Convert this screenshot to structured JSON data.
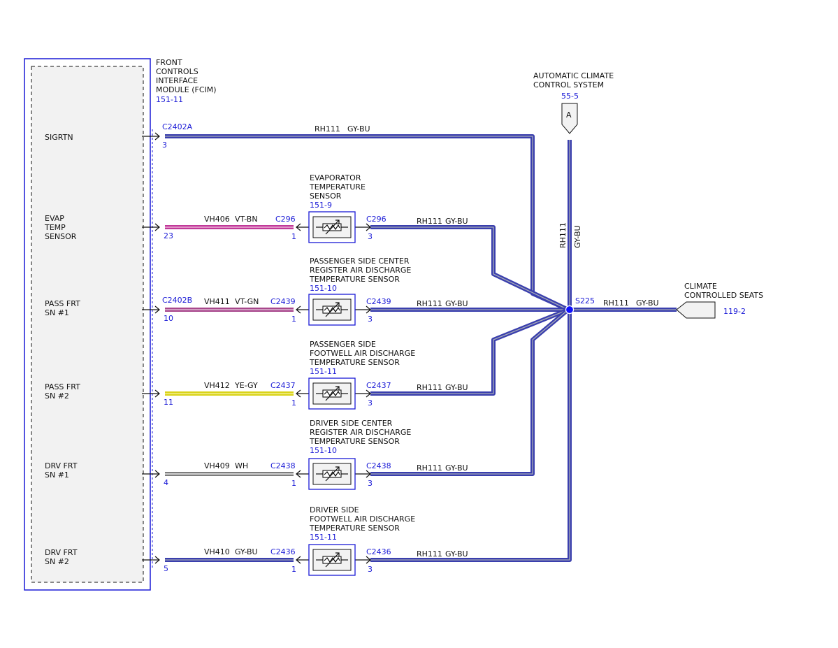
{
  "module": {
    "title": [
      "FRONT",
      "CONTROLS",
      "INTERFACE",
      "MODULE (FCIM)"
    ],
    "ref": "151-11",
    "pins": [
      {
        "label": [
          "SIGRTN"
        ]
      },
      {
        "label": [
          "EVAP",
          "TEMP",
          "SENSOR"
        ]
      },
      {
        "label": [
          "PASS FRT",
          "SN #1"
        ]
      },
      {
        "label": [
          "PASS FRT",
          "SN #2"
        ]
      },
      {
        "label": [
          "DRV FRT",
          "SN #1"
        ]
      },
      {
        "label": [
          "DRV FRT",
          "SN #2"
        ]
      }
    ]
  },
  "sigrtn_circuit": {
    "connector": "C2402A",
    "pin": "3",
    "circuit": "RH111",
    "color": "GY-BU"
  },
  "sensors": [
    {
      "title": [
        "EVAPORATOR",
        "TEMPERATURE",
        "SENSOR"
      ],
      "ref": "151-9",
      "fcim_connector": "",
      "fcim_pin": "23",
      "circuit": "VH406",
      "wire_color": "VT-BN",
      "connector": "C296",
      "pin_signal": "1",
      "pin_return": "3",
      "return_circuit": "RH111",
      "return_color": "GY-BU",
      "stripe_base": "#c0399a",
      "stripe_line": "#f6c9e2"
    },
    {
      "title": [
        "PASSENGER SIDE CENTER",
        "REGISTER AIR DISCHARGE",
        "TEMPERATURE SENSOR"
      ],
      "ref": "151-10",
      "fcim_connector": "C2402B",
      "fcim_pin": "10",
      "circuit": "VH411",
      "wire_color": "VT-GN",
      "connector": "C2439",
      "pin_signal": "1",
      "pin_return": "3",
      "return_circuit": "RH111",
      "return_color": "GY-BU",
      "stripe_base": "#a8478c",
      "stripe_line": "#e9d2e2"
    },
    {
      "title": [
        "PASSENGER SIDE",
        "FOOTWELL AIR DISCHARGE",
        "TEMPERATURE SENSOR"
      ],
      "ref": "151-11",
      "fcim_connector": "",
      "fcim_pin": "11",
      "circuit": "VH412",
      "wire_color": "YE-GY",
      "connector": "C2437",
      "pin_signal": "1",
      "pin_return": "3",
      "return_circuit": "RH111",
      "return_color": "GY-BU",
      "stripe_base": "#d9d31a",
      "stripe_line": "#f8f4a8"
    },
    {
      "title": [
        "DRIVER SIDE CENTER",
        "REGISTER AIR DISCHARGE",
        "TEMPERATURE SENSOR"
      ],
      "ref": "151-10",
      "fcim_connector": "",
      "fcim_pin": "4",
      "circuit": "VH409",
      "wire_color": "WH",
      "connector": "C2438",
      "pin_signal": "1",
      "pin_return": "3",
      "return_circuit": "RH111",
      "return_color": "GY-BU",
      "stripe_base": "#7d7d7d",
      "stripe_line": "#ffffff"
    },
    {
      "title": [
        "DRIVER SIDE",
        "FOOTWELL AIR DISCHARGE",
        "TEMPERATURE SENSOR"
      ],
      "ref": "151-11",
      "fcim_connector": "",
      "fcim_pin": "5",
      "circuit": "VH410",
      "wire_color": "GY-BU",
      "connector": "C2436",
      "pin_signal": "1",
      "pin_return": "3",
      "return_circuit": "RH111",
      "return_color": "GY-BU",
      "stripe_base": "#3a3fae",
      "stripe_line": "#a8acb6"
    }
  ],
  "splice": {
    "id": "S225",
    "circuit": "RH111",
    "color": "GY-BU"
  },
  "acs": {
    "title": [
      "AUTOMATIC CLIMATE",
      "CONTROL SYSTEM"
    ],
    "ref": "55-5",
    "connector_letter": "A",
    "vertical_circuit": "RH111",
    "vertical_color": "GY-BU"
  },
  "seats": {
    "title": [
      "CLIMATE",
      "CONTROLLED SEATS"
    ],
    "ref": "119-2"
  },
  "colors": {
    "ref_blue": "#1a1ad6",
    "gybu_base": "#3a3fae",
    "gybu_stripe": "#a8acb6",
    "box_fill": "#f2f2f2",
    "splice_dot": "#1010ff"
  }
}
